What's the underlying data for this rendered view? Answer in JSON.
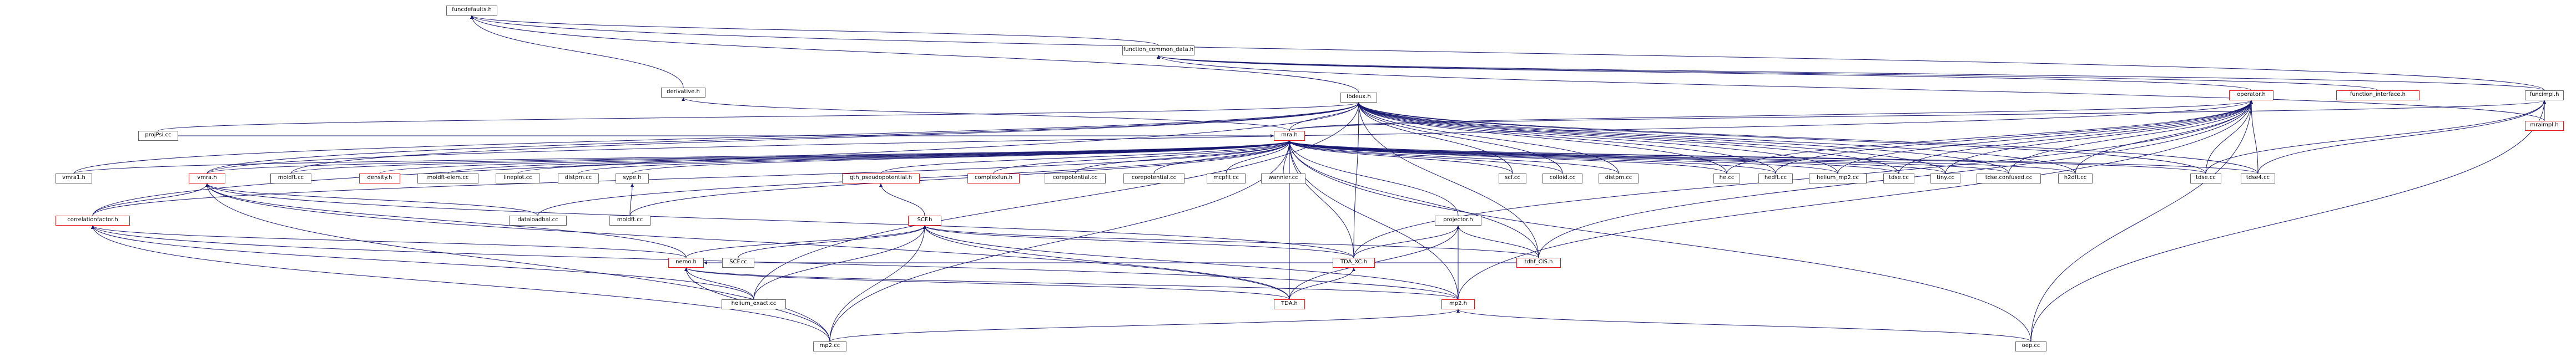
{
  "graph": {
    "nodes": [
      {
        "id": "funcdefaults_h",
        "label": "funcdefaults.h",
        "style": "root"
      },
      {
        "id": "function_common_data_h",
        "label": "function_common_data.h",
        "style": "normal"
      },
      {
        "id": "derivative_h",
        "label": "derivative.h",
        "style": "normal"
      },
      {
        "id": "lbdeux_h",
        "label": "lbdeux.h",
        "style": "normal"
      },
      {
        "id": "operator_h",
        "label": "operator.h",
        "style": "red"
      },
      {
        "id": "function_interface_h",
        "label": "function_interface.h",
        "style": "red"
      },
      {
        "id": "funcimpl_h",
        "label": "funcimpl.h",
        "style": "normal"
      },
      {
        "id": "mraimpl_h",
        "label": "mraimpl.h",
        "style": "red"
      },
      {
        "id": "projfsi_cc",
        "label": "projPsi.cc",
        "style": "normal"
      },
      {
        "id": "mra_h",
        "label": "mra.h",
        "style": "red"
      },
      {
        "id": "vmra1_h",
        "label": "vmra1.h",
        "style": "normal"
      },
      {
        "id": "vmra_h",
        "label": "vmra.h",
        "style": "red"
      },
      {
        "id": "moldft_cc_1",
        "label": "moldft.cc",
        "style": "normal"
      },
      {
        "id": "density_h",
        "label": "density.h",
        "style": "red"
      },
      {
        "id": "moldft_elem_cc",
        "label": "moldft-elem.cc",
        "style": "normal"
      },
      {
        "id": "lineplot_cc",
        "label": "lineplot.cc",
        "style": "normal"
      },
      {
        "id": "distpm_cc_1",
        "label": "distpm.cc",
        "style": "normal"
      },
      {
        "id": "sype_h",
        "label": "sype.h",
        "style": "normal"
      },
      {
        "id": "gth_pseudopotential_h",
        "label": "gth_pseudopotential.h",
        "style": "red"
      },
      {
        "id": "complexfun_h",
        "label": "complexfun.h",
        "style": "red"
      },
      {
        "id": "corepotential_cc_1",
        "label": "corepotential.cc",
        "style": "normal"
      },
      {
        "id": "corepotential_cc_2",
        "label": "corepotential.cc",
        "style": "normal"
      },
      {
        "id": "mcpfit_cc",
        "label": "mcpfit.cc",
        "style": "normal"
      },
      {
        "id": "wannier_cc",
        "label": "wannier.cc",
        "style": "normal"
      },
      {
        "id": "scf_cc",
        "label": "scf.cc",
        "style": "normal"
      },
      {
        "id": "colloid_cc",
        "label": "colloid.cc",
        "style": "normal"
      },
      {
        "id": "distpm_cc_2",
        "label": "distpm.cc",
        "style": "normal"
      },
      {
        "id": "he_cc",
        "label": "he.cc",
        "style": "normal"
      },
      {
        "id": "hedft_cc",
        "label": "hedft.cc",
        "style": "normal"
      },
      {
        "id": "helium_mp2_cc",
        "label": "helium_mp2.cc",
        "style": "normal"
      },
      {
        "id": "tdse_cc_1",
        "label": "tdse.cc",
        "style": "normal"
      },
      {
        "id": "tiny_cc",
        "label": "tiny.cc",
        "style": "normal"
      },
      {
        "id": "tdse_confused_cc",
        "label": "tdse.confused.cc",
        "style": "normal"
      },
      {
        "id": "h2dft_cc",
        "label": "h2dft.cc",
        "style": "normal"
      },
      {
        "id": "tdse_cc_2",
        "label": "tdse.cc",
        "style": "normal"
      },
      {
        "id": "tdse4_cc",
        "label": "tdse4.cc",
        "style": "normal"
      },
      {
        "id": "correlationfactor_h",
        "label": "correlationfactor.h",
        "style": "red"
      },
      {
        "id": "dataloadbal_cc",
        "label": "dataloadbal.cc",
        "style": "normal"
      },
      {
        "id": "moldft_cc_2",
        "label": "moldft.cc",
        "style": "normal"
      },
      {
        "id": "scf_h",
        "label": "SCF.h",
        "style": "red"
      },
      {
        "id": "projector_h",
        "label": "projector.h",
        "style": "normal"
      },
      {
        "id": "nemo_h",
        "label": "nemo.h",
        "style": "red"
      },
      {
        "id": "scf_cc_2",
        "label": "SCF.cc",
        "style": "normal"
      },
      {
        "id": "tda_kc_h",
        "label": "TDA_XC.h",
        "style": "red"
      },
      {
        "id": "tdhf_cis_h",
        "label": "tdhf_CIS.h",
        "style": "red"
      },
      {
        "id": "helium_exact_cc",
        "label": "helium_exact.cc",
        "style": "normal"
      },
      {
        "id": "tda_h",
        "label": "TDA.h",
        "style": "red"
      },
      {
        "id": "mp2_h",
        "label": "mp2.h",
        "style": "red"
      },
      {
        "id": "mp2_cc",
        "label": "mp2.cc",
        "style": "normal"
      },
      {
        "id": "oep_cc",
        "label": "oep.cc",
        "style": "normal"
      }
    ],
    "edges": [
      [
        "function_common_data_h",
        "funcdefaults_h"
      ],
      [
        "derivative_h",
        "funcdefaults_h"
      ],
      [
        "lbdeux_h",
        "funcdefaults_h"
      ],
      [
        "funcimpl_h",
        "funcdefaults_h"
      ],
      [
        "operator_h",
        "function_common_data_h"
      ],
      [
        "function_interface_h",
        "function_common_data_h"
      ],
      [
        "funcimpl_h",
        "function_common_data_h"
      ],
      [
        "mraimpl_h",
        "function_common_data_h"
      ],
      [
        "mraimpl_h",
        "funcimpl_h"
      ],
      [
        "mra_h",
        "funcimpl_h"
      ],
      [
        "mra_h",
        "derivative_h"
      ],
      [
        "mra_h",
        "lbdeux_h"
      ],
      [
        "mra_h",
        "operator_h"
      ],
      [
        "projfsi_cc",
        "lbdeux_h"
      ],
      [
        "vmra1_h",
        "lbdeux_h"
      ],
      [
        "vmra_h",
        "lbdeux_h"
      ],
      [
        "moldft_cc_1",
        "lbdeux_h"
      ],
      [
        "scf_cc",
        "lbdeux_h"
      ],
      [
        "colloid_cc",
        "lbdeux_h"
      ],
      [
        "distpm_cc_2",
        "lbdeux_h"
      ],
      [
        "he_cc",
        "lbdeux_h"
      ],
      [
        "hedft_cc",
        "lbdeux_h"
      ],
      [
        "helium_mp2_cc",
        "lbdeux_h"
      ],
      [
        "tdse_cc_1",
        "lbdeux_h"
      ],
      [
        "tiny_cc",
        "lbdeux_h"
      ],
      [
        "tdse_confused_cc",
        "lbdeux_h"
      ],
      [
        "h2dft_cc",
        "lbdeux_h"
      ],
      [
        "tdse_cc_2",
        "lbdeux_h"
      ],
      [
        "tdse4_cc",
        "lbdeux_h"
      ],
      [
        "correlationfactor_h",
        "lbdeux_h"
      ],
      [
        "tda_kc_h",
        "lbdeux_h"
      ],
      [
        "tdhf_cis_h",
        "lbdeux_h"
      ],
      [
        "helium_exact_cc",
        "lbdeux_h"
      ],
      [
        "tdse_cc_2",
        "funcimpl_h"
      ],
      [
        "tdse4_cc",
        "funcimpl_h"
      ],
      [
        "vmra_h",
        "operator_h"
      ],
      [
        "he_cc",
        "operator_h"
      ],
      [
        "hedft_cc",
        "operator_h"
      ],
      [
        "helium_mp2_cc",
        "operator_h"
      ],
      [
        "tdse_cc_1",
        "operator_h"
      ],
      [
        "tiny_cc",
        "operator_h"
      ],
      [
        "tdse_confused_cc",
        "operator_h"
      ],
      [
        "h2dft_cc",
        "operator_h"
      ],
      [
        "tdse_cc_2",
        "operator_h"
      ],
      [
        "tdse4_cc",
        "operator_h"
      ],
      [
        "tda_kc_h",
        "operator_h"
      ],
      [
        "tdhf_cis_h",
        "operator_h"
      ],
      [
        "mp2_h",
        "operator_h"
      ],
      [
        "oep_cc",
        "operator_h"
      ],
      [
        "projfsi_cc",
        "mra_h"
      ],
      [
        "vmra1_h",
        "mra_h"
      ],
      [
        "vmra_h",
        "mra_h"
      ],
      [
        "moldft_cc_1",
        "mra_h"
      ],
      [
        "density_h",
        "mra_h"
      ],
      [
        "moldft_elem_cc",
        "mra_h"
      ],
      [
        "lineplot_cc",
        "mra_h"
      ],
      [
        "distpm_cc_1",
        "mra_h"
      ],
      [
        "sype_h",
        "mra_h"
      ],
      [
        "gth_pseudopotential_h",
        "mra_h"
      ],
      [
        "complexfun_h",
        "mra_h"
      ],
      [
        "corepotential_cc_1",
        "mra_h"
      ],
      [
        "corepotential_cc_2",
        "mra_h"
      ],
      [
        "mcpfit_cc",
        "mra_h"
      ],
      [
        "wannier_cc",
        "mra_h"
      ],
      [
        "scf_cc",
        "mra_h"
      ],
      [
        "colloid_cc",
        "mra_h"
      ],
      [
        "distpm_cc_2",
        "mra_h"
      ],
      [
        "he_cc",
        "mra_h"
      ],
      [
        "hedft_cc",
        "mra_h"
      ],
      [
        "helium_mp2_cc",
        "mra_h"
      ],
      [
        "tdse_cc_1",
        "mra_h"
      ],
      [
        "tiny_cc",
        "mra_h"
      ],
      [
        "tdse_confused_cc",
        "mra_h"
      ],
      [
        "h2dft_cc",
        "mra_h"
      ],
      [
        "tdse_cc_2",
        "mra_h"
      ],
      [
        "tdse4_cc",
        "mra_h"
      ],
      [
        "correlationfactor_h",
        "mra_h"
      ],
      [
        "dataloadbal_cc",
        "mra_h"
      ],
      [
        "moldft_cc_2",
        "mra_h"
      ],
      [
        "projector_h",
        "mra_h"
      ],
      [
        "tda_kc_h",
        "mra_h"
      ],
      [
        "tdhf_cis_h",
        "mra_h"
      ],
      [
        "tda_h",
        "mra_h"
      ],
      [
        "mp2_h",
        "mra_h"
      ],
      [
        "mp2_cc",
        "mra_h"
      ],
      [
        "oep_cc",
        "mra_h"
      ],
      [
        "scf_h",
        "gth_pseudopotential_h"
      ],
      [
        "dataloadbal_cc",
        "vmra_h"
      ],
      [
        "moldft_cc_2",
        "sype_h"
      ],
      [
        "correlationfactor_h",
        "vmra_h"
      ],
      [
        "nemo_h",
        "vmra_h"
      ],
      [
        "tda_kc_h",
        "vmra_h"
      ],
      [
        "tda_h",
        "vmra_h"
      ],
      [
        "nemo_h",
        "correlationfactor_h"
      ],
      [
        "helium_exact_cc",
        "correlationfactor_h"
      ],
      [
        "mp2_h",
        "correlationfactor_h"
      ],
      [
        "nemo_h",
        "scf_h"
      ],
      [
        "scf_cc_2",
        "scf_h"
      ],
      [
        "tda_kc_h",
        "scf_h"
      ],
      [
        "tdhf_cis_h",
        "scf_h"
      ],
      [
        "tda_h",
        "scf_h"
      ],
      [
        "mp2_h",
        "scf_h"
      ],
      [
        "mp2_cc",
        "scf_h"
      ],
      [
        "helium_exact_cc",
        "scf_h"
      ],
      [
        "tda_kc_h",
        "projector_h"
      ],
      [
        "tdhf_cis_h",
        "projector_h"
      ],
      [
        "tda_h",
        "projector_h"
      ],
      [
        "mp2_h",
        "projector_h"
      ],
      [
        "tda_h",
        "tda_kc_h"
      ],
      [
        "helium_exact_cc",
        "nemo_h"
      ],
      [
        "mp2_cc",
        "nemo_h"
      ],
      [
        "tda_h",
        "nemo_h"
      ],
      [
        "mp2_h",
        "nemo_h"
      ],
      [
        "tdhf_cis_h",
        "nemo_h"
      ],
      [
        "scf_cc_2",
        "nemo_h"
      ],
      [
        "mp2_cc",
        "mp2_h"
      ],
      [
        "oep_cc",
        "mp2_h"
      ],
      [
        "oep_cc",
        "funcimpl_h"
      ],
      [
        "mp2_cc",
        "correlationfactor_h"
      ],
      [
        "mp2_cc",
        "vmra_h"
      ]
    ]
  }
}
